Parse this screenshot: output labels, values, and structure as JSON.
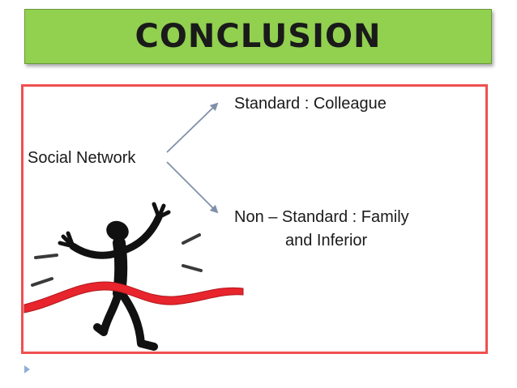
{
  "slide": {
    "title": "CONCLUSION",
    "root_label": "Social Network",
    "branches": [
      {
        "label": "Standard : Colleague"
      },
      {
        "label_line1": "Non – Standard : Family",
        "label_line2": "and Inferior"
      }
    ]
  },
  "icons": {
    "clipart": "runner-crossing-finish-line-icon",
    "nav": "slide-nav-triangle-icon"
  },
  "colors": {
    "title_bg": "#92d050",
    "frame_border": "#f05050",
    "ribbon": "#e8242c",
    "figure": "#111111",
    "arrow": "#8090a8"
  }
}
